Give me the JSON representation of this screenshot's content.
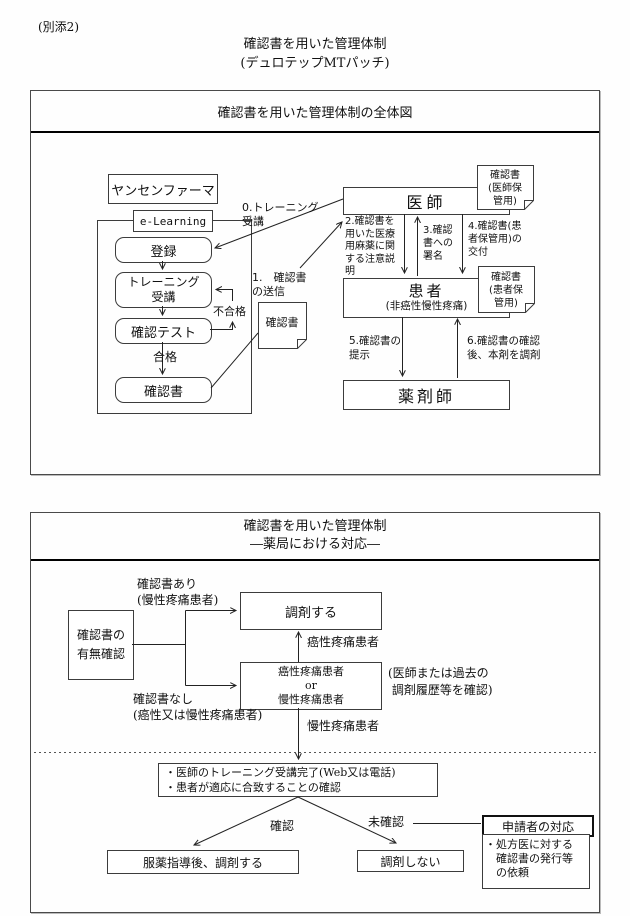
{
  "page": {
    "attachment": "(別添2)",
    "title_line1": "確認書を用いた管理体制",
    "title_line2": "(デュロテップMTパッチ)"
  },
  "diagram1": {
    "frame_title": "確認書を用いた管理体制の全体図",
    "janssen": "ヤンセンファーマ",
    "elearning": "e-Learning",
    "register": "登録",
    "training": "トレーニング\n受講",
    "test": "確認テスト",
    "cert": "確認書",
    "pass": "合格",
    "fail": "不合格",
    "doc_cert": "確認書",
    "label0": "0.トレーニング\n受講",
    "label1": "1.　確認書\nの送信",
    "doctor": "医師",
    "doc_doctor": "確認書\n(医師保\n管用)",
    "label2": "2.確認書を\n用いた医療\n用麻薬に関\nする注意説\n明",
    "label3": "3.確認\n書への\n署名",
    "label4": "4.確認書(患\n者保管用)の\n交付",
    "patient_main": "患者",
    "patient_sub": "(非癌性慢性疼痛)",
    "doc_patient": "確認書\n(患者保\n管用)",
    "label5": "5.確認書の\n提示",
    "label6": "6.確認書の確認\n後、本剤を調剤",
    "pharmacist": "薬剤師"
  },
  "diagram2": {
    "frame_title_l1": "確認書を用いた管理体制",
    "frame_title_l2": "―薬局における対応―",
    "check_box": "確認書の\n有無確認",
    "label_ari": "確認書あり\n(慢性疼痛患者)",
    "label_nashi": "確認書なし\n(癌性又は慢性疼痛患者)",
    "dispense": "調剤する",
    "or_box": "癌性疼痛患者\nor\n慢性疼痛患者",
    "cancer_label": "癌性疼痛患者",
    "chronic_label": "慢性疼痛患者",
    "note": "(医師または過去の\n 調剤履歴等を確認)",
    "conditions": "・医師のトレーニング受講完了(Web又は電話)\n・患者が適応に合致することの確認",
    "confirmed": "確認",
    "unconfirmed": "未確認",
    "dispense_after": "服薬指導後、調剤する",
    "no_dispense": "調剤しない",
    "applicant_header": "申請者の対応",
    "applicant_body": "・処方医に対する\n　確認書の発行等\n　の依頼"
  },
  "colors": {
    "line": "#222222",
    "border": "#3c3c3c",
    "text": "#111111"
  }
}
